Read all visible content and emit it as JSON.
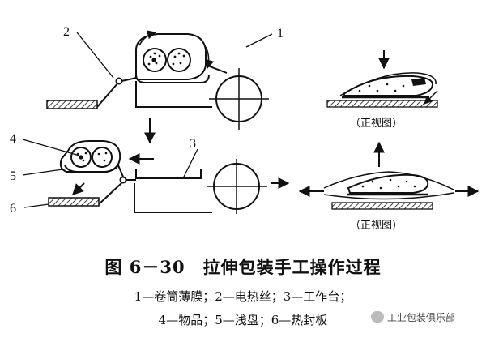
{
  "labels": {
    "n1": "1",
    "n2": "2",
    "n3": "3",
    "n4": "4",
    "n5": "5",
    "n6": "6"
  },
  "views": {
    "front_view_top": "（正视图）",
    "front_view_bottom": "（正视图）"
  },
  "caption": {
    "title": "图 6－30　拉伸包装手工操作过程",
    "legend_line1": "1—卷筒薄膜；2—电热丝；3—工作台；",
    "legend_line2": "4—物品；5—浅盘；6—热封板"
  },
  "watermark": "工业包装俱乐部"
}
